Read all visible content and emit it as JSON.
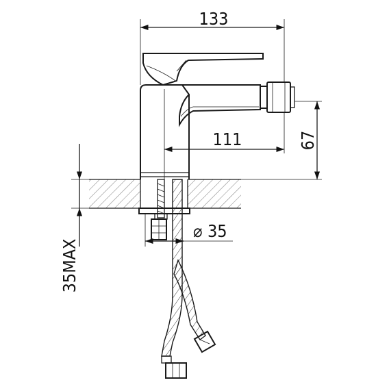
{
  "dimensions": {
    "width_overall": "133",
    "spout_reach": "111",
    "spout_height": "67",
    "hole_diameter_symbol": "⌀",
    "hole_diameter": "35",
    "max_deck_thickness": "35MAX"
  }
}
